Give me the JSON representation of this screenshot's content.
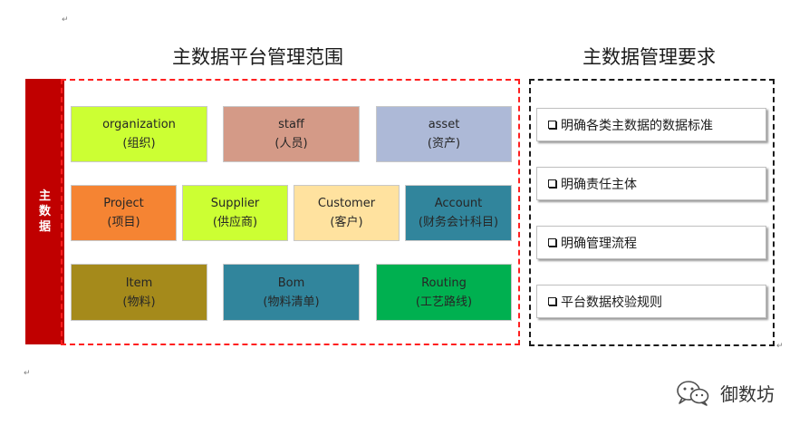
{
  "return_mark": "↵",
  "headings": {
    "scope": "主数据平台管理范围",
    "requirements": "主数据管理要求"
  },
  "side_bar": {
    "label": "主数据",
    "color": "#c00000"
  },
  "frame_colors": {
    "scope": "#ff1f1f",
    "requirements": "#1a1a1a"
  },
  "data_items": [
    {
      "en": "organization",
      "zh": "(组织)",
      "color": "#ccff33"
    },
    {
      "en": "staff",
      "zh": "(人员)",
      "color": "#d49a87"
    },
    {
      "en": "asset",
      "zh": "(资产)",
      "color": "#adb9d7"
    },
    {
      "en": "Project",
      "zh": "(项目)",
      "color": "#f58433"
    },
    {
      "en": "Supplier",
      "zh": "(供应商)",
      "color": "#ccff33"
    },
    {
      "en": "Customer",
      "zh": "(客户)",
      "color": "#ffe29f"
    },
    {
      "en": "Account",
      "zh": "(财务会计科目)",
      "color": "#31859c"
    },
    {
      "en": "Item",
      "zh": "(物料)",
      "color": "#a58a1b"
    },
    {
      "en": "Bom",
      "zh": "(物料清单)",
      "color": "#31859c"
    },
    {
      "en": "Routing",
      "zh": "(工艺路线)",
      "color": "#00b050"
    }
  ],
  "requirements": [
    "明确各类主数据的数据标准",
    "明确责任主体",
    "明确管理流程",
    "平台数据校验规则"
  ],
  "watermark": {
    "text": "御数坊",
    "icon": "wechat-icon"
  }
}
